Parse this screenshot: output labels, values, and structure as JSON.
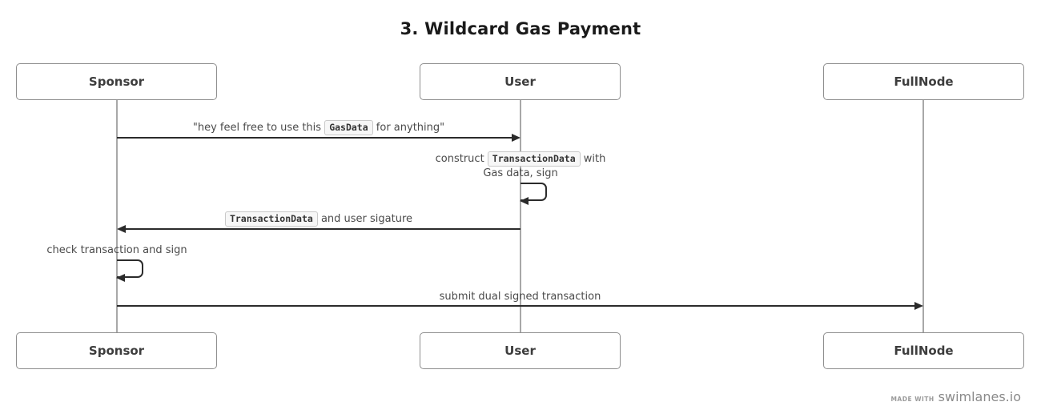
{
  "title": "3. Wildcard Gas Payment",
  "actors": {
    "sponsor": "Sponsor",
    "user": "User",
    "fullnode": "FullNode"
  },
  "messages": {
    "m1": {
      "from": "Sponsor",
      "to": "User",
      "pre": "\"hey feel free to use this ",
      "code": "GasData",
      "post": " for anything\""
    },
    "m2": {
      "from": "User",
      "to": "User",
      "pre": "construct ",
      "code": "TransactionData",
      "post": " with Gas data, sign"
    },
    "m3": {
      "from": "User",
      "to": "Sponsor",
      "code": "TransactionData",
      "post": " and user sigature"
    },
    "m4": {
      "from": "Sponsor",
      "to": "Sponsor",
      "text": "check transaction and sign"
    },
    "m5": {
      "from": "Sponsor",
      "to": "FullNode",
      "text": "submit dual signed transaction"
    }
  },
  "branding": {
    "made_with": "made with",
    "brand": "swimlanes.io"
  },
  "colors": {
    "arrow": "#2b2b2b",
    "lifeline": "#a8a8a8",
    "box_border": "#8e8e8e",
    "message_text": "#4a4a4a",
    "code_background": "#f7f7f7",
    "code_border": "#c9c9c9"
  }
}
